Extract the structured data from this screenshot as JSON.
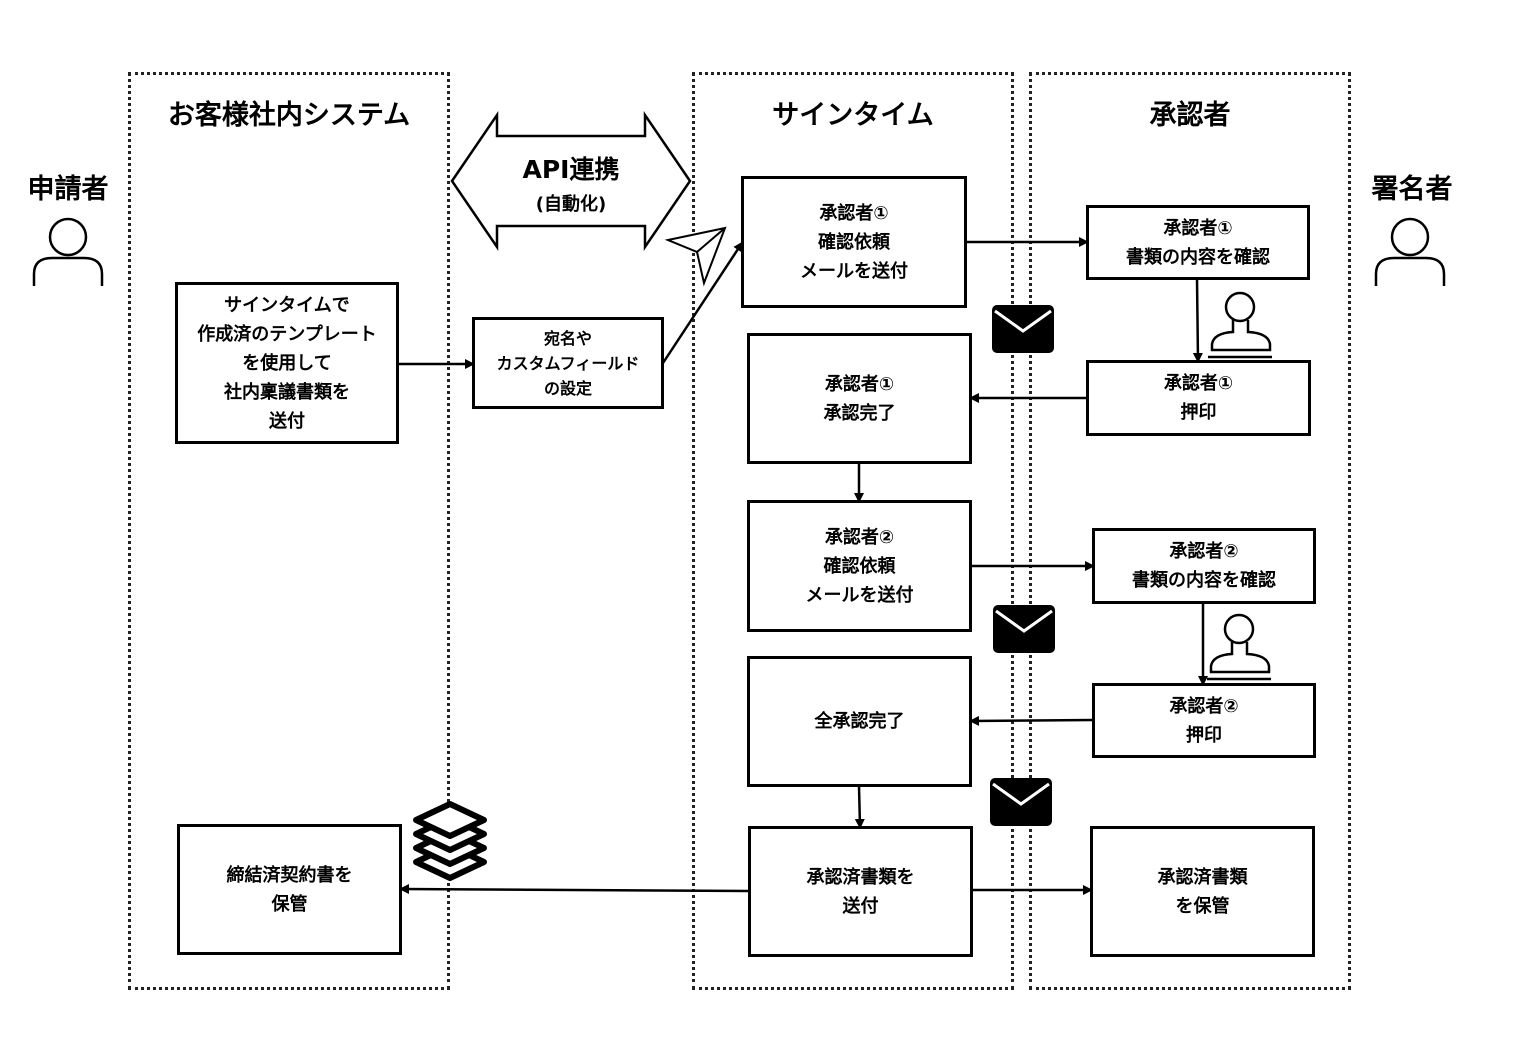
{
  "lanes": {
    "customer_system": "お客様社内システム",
    "signtime": "サインタイム",
    "approver": "承認者"
  },
  "actors": {
    "applicant": "申請者",
    "signer": "署名者"
  },
  "api": {
    "title": "API連携",
    "subtitle": "(自動化)"
  },
  "boxes": {
    "send_template": "サインタイムで\n作成済のテンプレート\nを使用して\n社内稟議書類を\n送付",
    "address_fields": "宛名や\nカスタムフィールド\nの設定",
    "request1": "承認者①\n確認依頼\nメールを送付",
    "complete1": "承認者①\n承認完了",
    "request2": "承認者②\n確認依頼\nメールを送付",
    "all_complete": "全承認完了",
    "send_approved": "承認済書類を\n送付",
    "store_contract": "締結済契約書を\n保管",
    "check1": "承認者①\n書類の内容を確認",
    "stamp1": "承認者①\n押印",
    "check2": "承認者②\n書類の内容を確認",
    "stamp2": "承認者②\n押印",
    "store_approved": "承認済書類\nを保管"
  },
  "icons": [
    "person-icon",
    "paper-plane-icon",
    "envelope-icon",
    "stamp-icon",
    "stack-icon"
  ]
}
